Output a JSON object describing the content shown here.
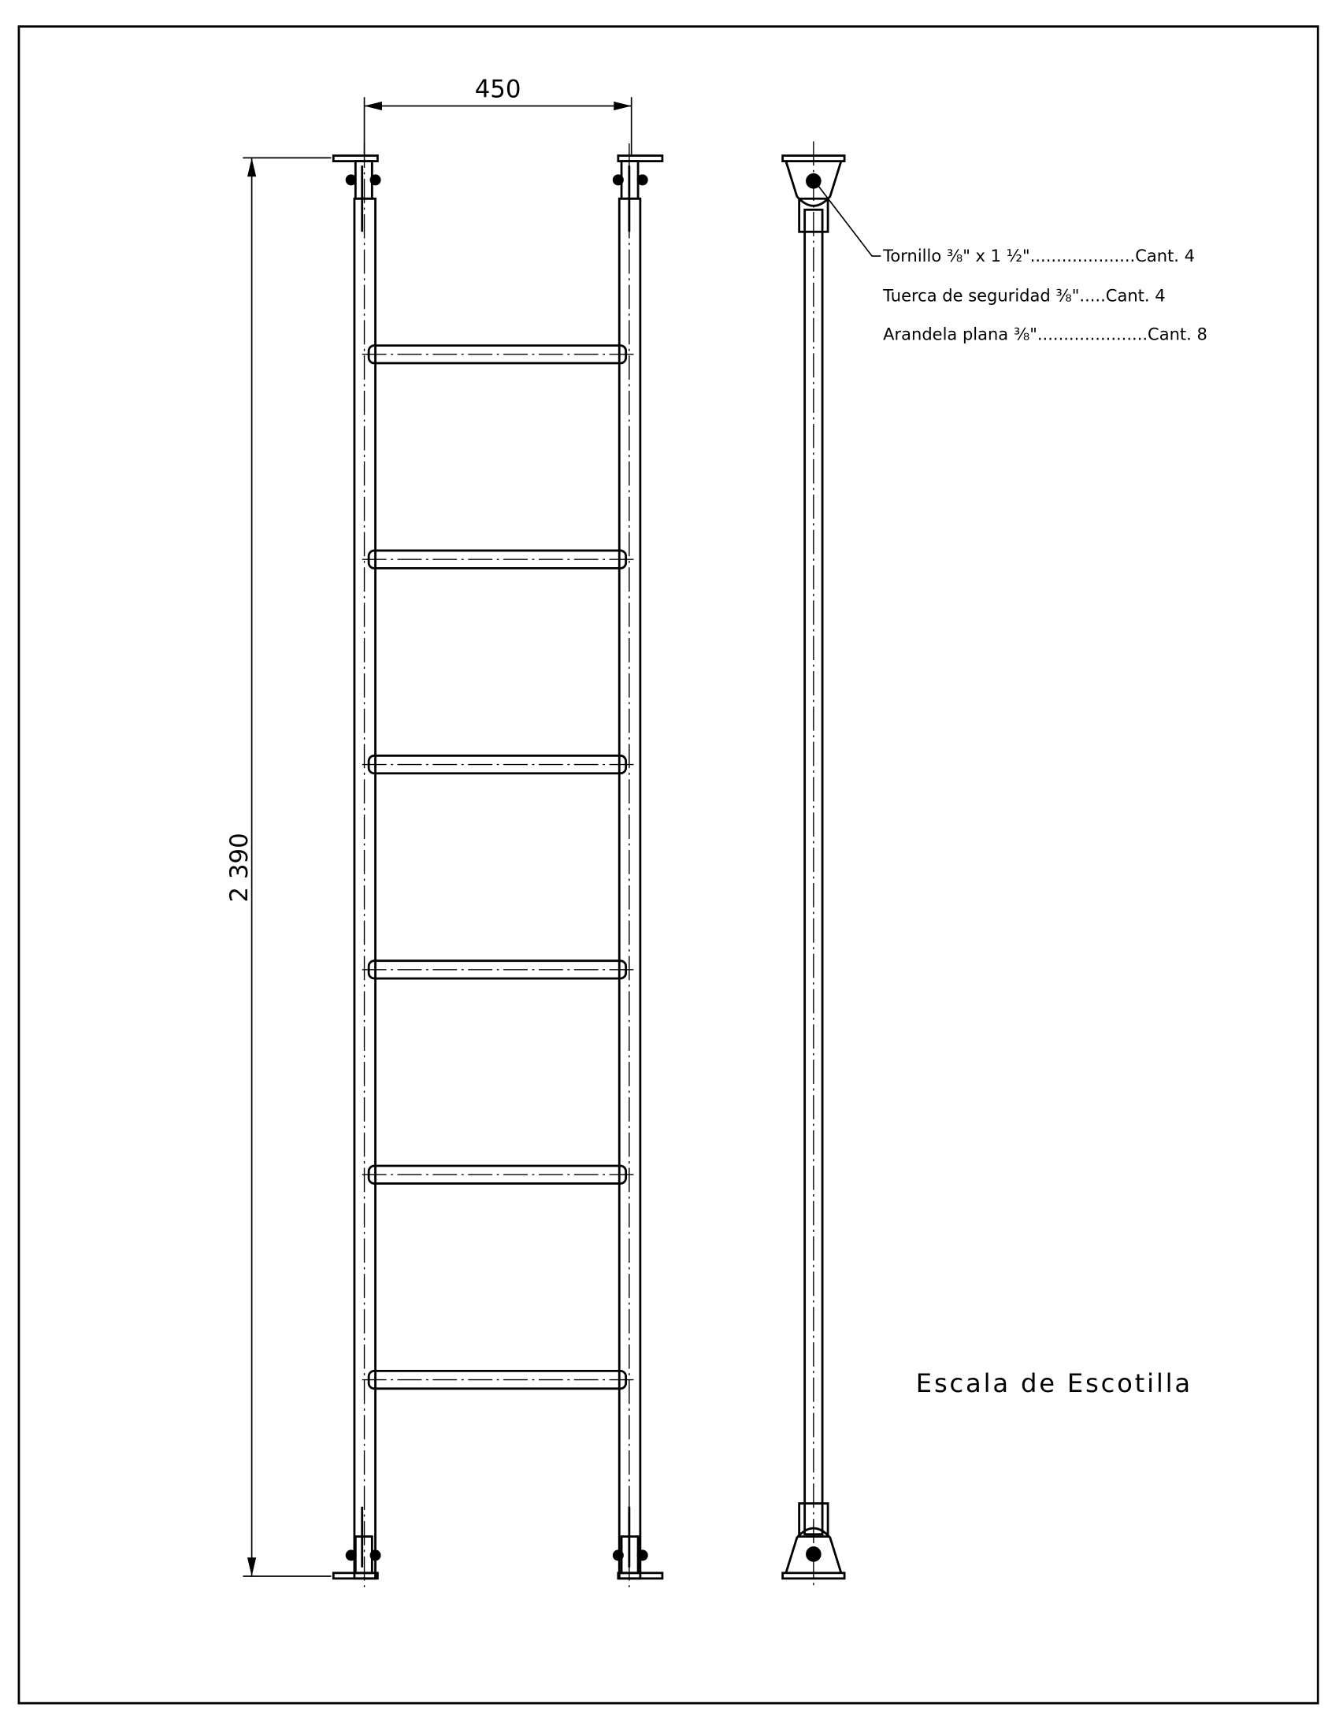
{
  "dimensions": {
    "width_label": "450",
    "height_label": "2 390"
  },
  "parts_list": [
    {
      "name": "Tornillo ⅜\" x 1 ½\"",
      "dots": "....................",
      "qty": "Cant. 4"
    },
    {
      "name": "Tuerca de seguridad ⅜\"",
      "dots": ".....",
      "qty": "Cant. 4"
    },
    {
      "name": "Arandela plana ⅜\"",
      "dots": ".....................",
      "qty": "Cant. 8"
    }
  ],
  "title": "Escala de Escotilla",
  "rung_count": 6
}
